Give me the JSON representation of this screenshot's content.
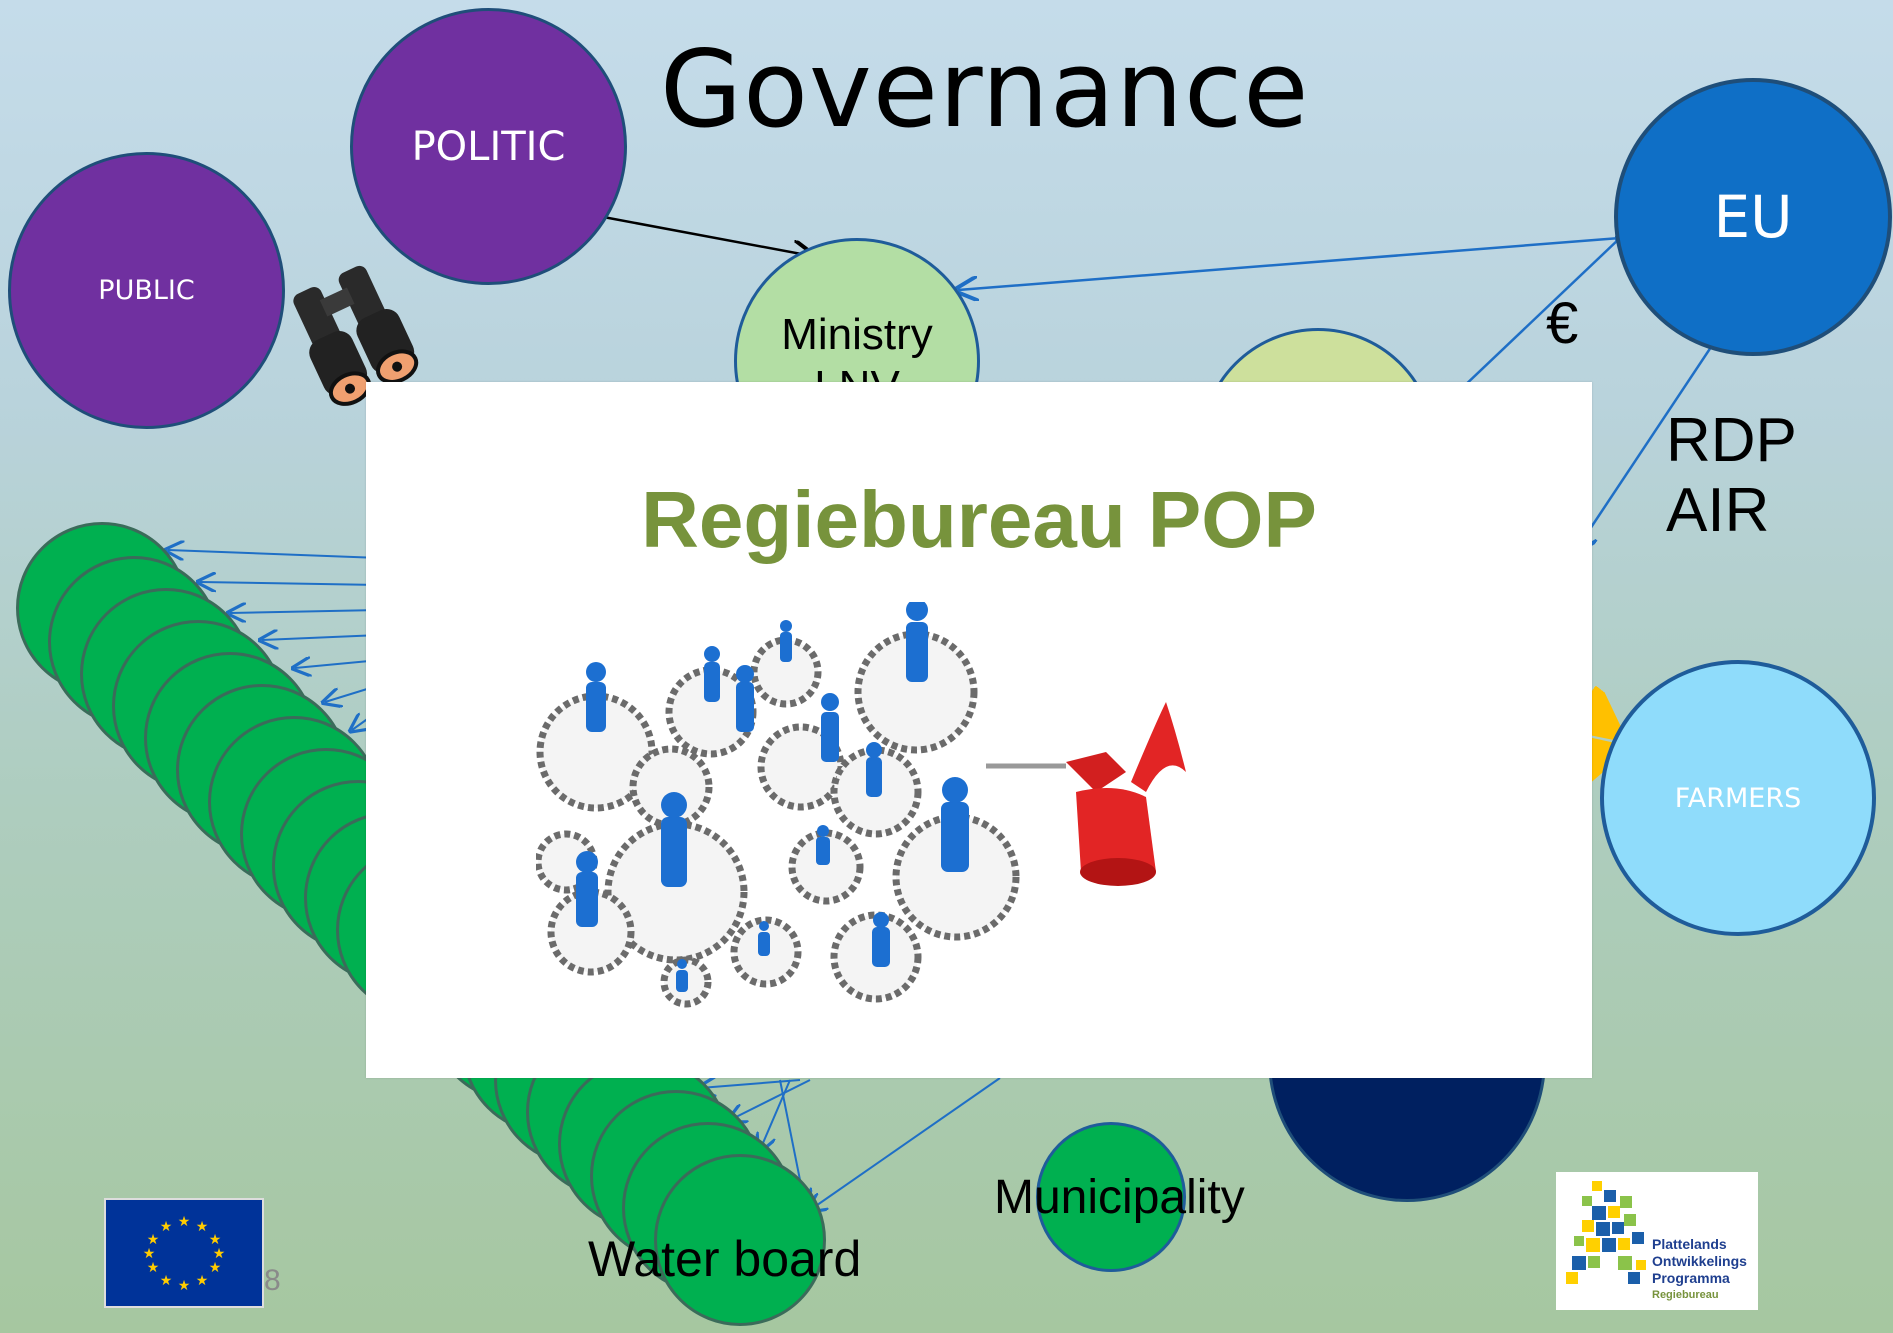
{
  "slide": {
    "title": "Governance",
    "page_number": "8"
  },
  "nodes": {
    "politic": "POLITIC",
    "public": "PUBLIC",
    "ministry": "Ministry",
    "ministry_cut": "LNV",
    "eu": "EU",
    "euro": "€",
    "rdp": "RDP",
    "air": "AIR",
    "farmers": "FARMERS",
    "municipality": "Municipality",
    "water_board": "Water board"
  },
  "popup": {
    "title": "Regiebureau POP"
  },
  "logos": {
    "plo_line1": "Plattelands",
    "plo_line2": "Ontwikkelings",
    "plo_line3": "Programma",
    "plo_line4": "Regiebureau"
  },
  "colors": {
    "purple": "#7030a0",
    "eu_blue": "#0f6fc6",
    "light_green": "#b0dca0",
    "green": "#00b050",
    "farmers_blue": "#8fdcfb",
    "navy": "#002060",
    "popup_title": "#77933c"
  }
}
